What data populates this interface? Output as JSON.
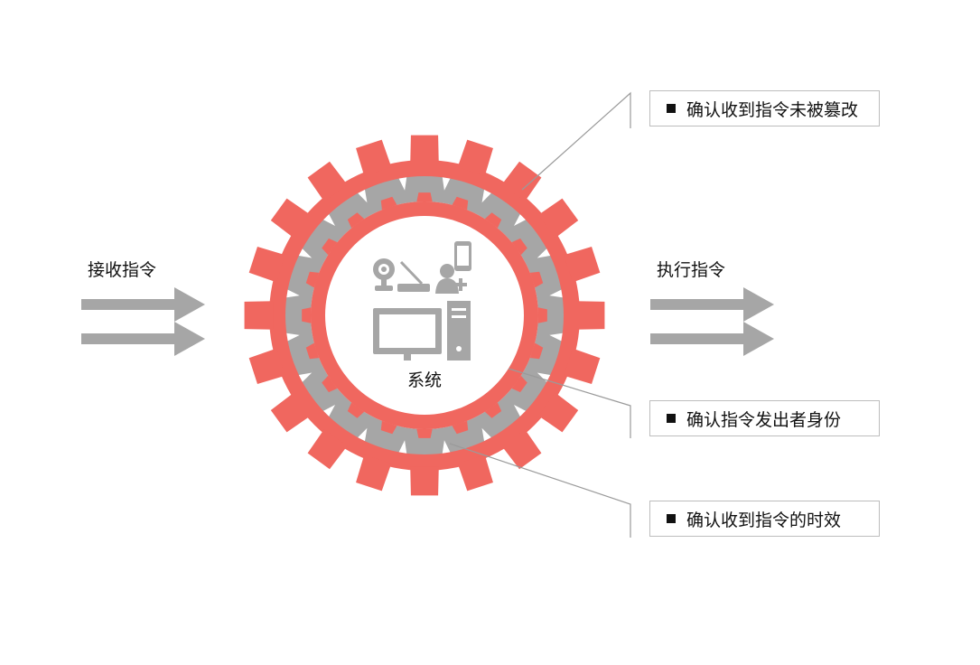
{
  "diagram": {
    "input_label": "接收指令",
    "output_label": "执行指令",
    "center_label": "系统",
    "callouts": [
      "确认收到指令未被篡改",
      "确认指令发出者身份",
      "确认收到指令的时效"
    ],
    "center_icons": [
      "webcam-icon",
      "router-icon",
      "smartphone-icon",
      "add-user-icon",
      "monitor-icon",
      "tower-pc-icon"
    ],
    "colors": {
      "outer_ring": "#f0675f",
      "inner_ring": "#a6a6a6",
      "arrow": "#a6a6a6",
      "icon": "#a6a6a6",
      "leader_line": "#9a9a9a",
      "callout_border": "#bdbdbd"
    }
  }
}
